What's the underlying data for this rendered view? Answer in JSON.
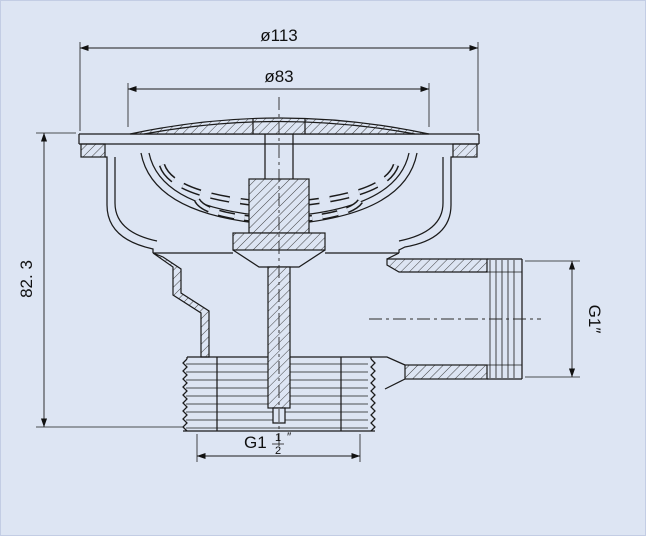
{
  "colors": {
    "background": "#dde5f3",
    "line": "#1b1b1b"
  },
  "dimensions": {
    "outer_diameter": "ø113",
    "inner_diameter": "ø83",
    "height": "82. 3",
    "outlet_thread": "G1″",
    "bottom_thread": {
      "prefix": "G1",
      "numerator": "1",
      "denominator": "2",
      "inch": "″"
    }
  }
}
